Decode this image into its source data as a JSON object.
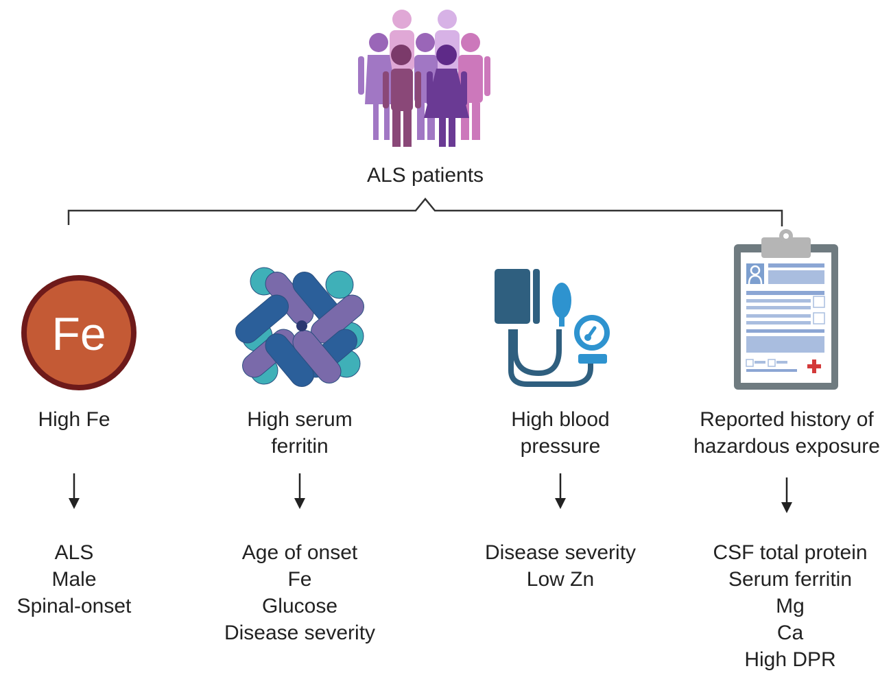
{
  "root": {
    "label": "ALS patients",
    "icon": "patient-group-icon"
  },
  "colors": {
    "connector": "#333333",
    "iron_fill": "#c45a35",
    "iron_border": "#6e1a1a",
    "ferritin_blue": "#2b5f9a",
    "ferritin_purple": "#7a6aaa",
    "ferritin_teal": "#3fb0b8",
    "bp_dark": "#2f5f7f",
    "bp_light": "#2e93cf",
    "clipboard_frame": "#6f7b80",
    "clipboard_lines": "#a9bddf",
    "cross": "#d33a3a"
  },
  "branches": [
    {
      "id": "iron",
      "icon": "iron-element-icon",
      "icon_text": "Fe",
      "label_lines": [
        "High Fe"
      ],
      "outcomes": [
        "ALS",
        "Male",
        "Spinal-onset"
      ]
    },
    {
      "id": "ferritin",
      "icon": "ferritin-protein-icon",
      "label_lines": [
        "High serum",
        "ferritin"
      ],
      "outcomes": [
        "Age of onset",
        "Fe",
        "Glucose",
        "Disease severity"
      ]
    },
    {
      "id": "blood-pressure",
      "icon": "blood-pressure-monitor-icon",
      "label_lines": [
        "High blood",
        "pressure"
      ],
      "outcomes": [
        "Disease severity",
        "Low Zn"
      ]
    },
    {
      "id": "hazard",
      "icon": "medical-clipboard-icon",
      "label_lines": [
        "Reported history of",
        "hazardous exposure"
      ],
      "outcomes": [
        "CSF total protein",
        "Serum ferritin",
        "Mg",
        "Ca",
        "High DPR"
      ]
    }
  ]
}
